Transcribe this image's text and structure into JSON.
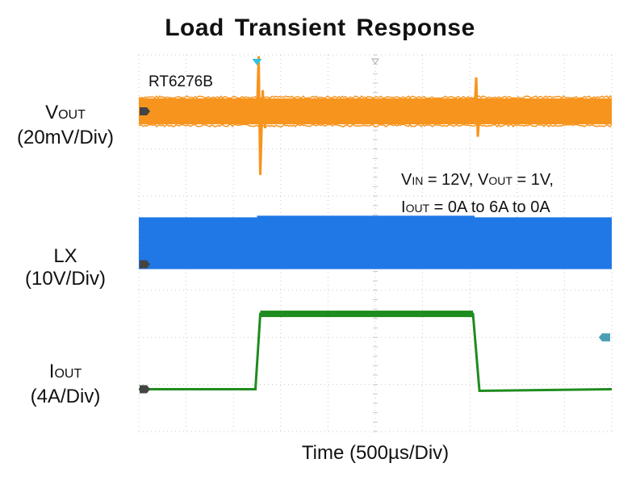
{
  "title": "Load Transient Response",
  "device": "RT6276B",
  "xlabel": "Time (500µs/Div)",
  "channels": {
    "vout": {
      "name_main": "V",
      "name_sub": "OUT",
      "scale": "(20mV/Div)"
    },
    "lx": {
      "name": "LX",
      "scale": "(10V/Div)"
    },
    "iout": {
      "name_main": "I",
      "name_sub": "OUT",
      "scale": "(4A/Div)"
    }
  },
  "conditions": {
    "vin_main": "V",
    "vin_sub": "IN",
    "vin_value": " = 12V, ",
    "vout_main": "V",
    "vout_sub": "OUT",
    "vout_value": " = 1V,",
    "iout_main": "I",
    "iout_sub": "OUT",
    "iout_value": " = 0A to 6A to 0A"
  },
  "colors": {
    "vout": "#f7941d",
    "lx": "#1f78e6",
    "iout": "#1e8c1e",
    "grid": "#c8c8c8",
    "marker": "#444444",
    "trigger": "#2bc4e0"
  },
  "chart_data": {
    "type": "line",
    "x_divisions": 10,
    "y_divisions": 8,
    "x_unit_per_div": "500µs",
    "load_step_times_div": [
      2.5,
      7.1
    ],
    "series": [
      {
        "name": "VOUT",
        "scale_per_div": "20mV",
        "baseline_div": 6.8,
        "noise_band_div": 0.55,
        "overshoot_div": 0.9
      },
      {
        "name": "LX",
        "scale_per_div": "10V",
        "baseline_div": 4.0,
        "band_height_div": 1.1
      },
      {
        "name": "IOUT",
        "scale_per_div": "4A",
        "low_div": 0.9,
        "high_div": 2.5,
        "low_value_A": 0,
        "high_value_A": 6
      }
    ]
  }
}
